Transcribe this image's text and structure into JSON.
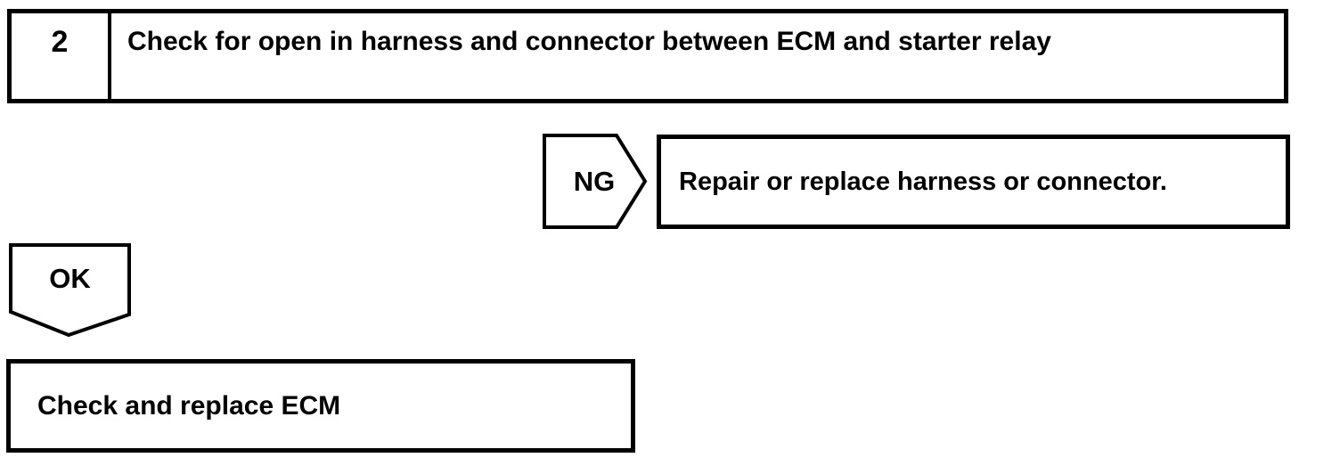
{
  "page": {
    "background_color": "#ffffff",
    "ink_color": "#000000"
  },
  "flowchart": {
    "step": {
      "number": "2",
      "title": "Check for open in harness and connector between ECM and starter relay"
    },
    "ng_branch": {
      "label": "NG",
      "action": "Repair or replace harness or connector."
    },
    "ok_branch": {
      "label": "OK",
      "action": "Check and replace ECM"
    }
  }
}
